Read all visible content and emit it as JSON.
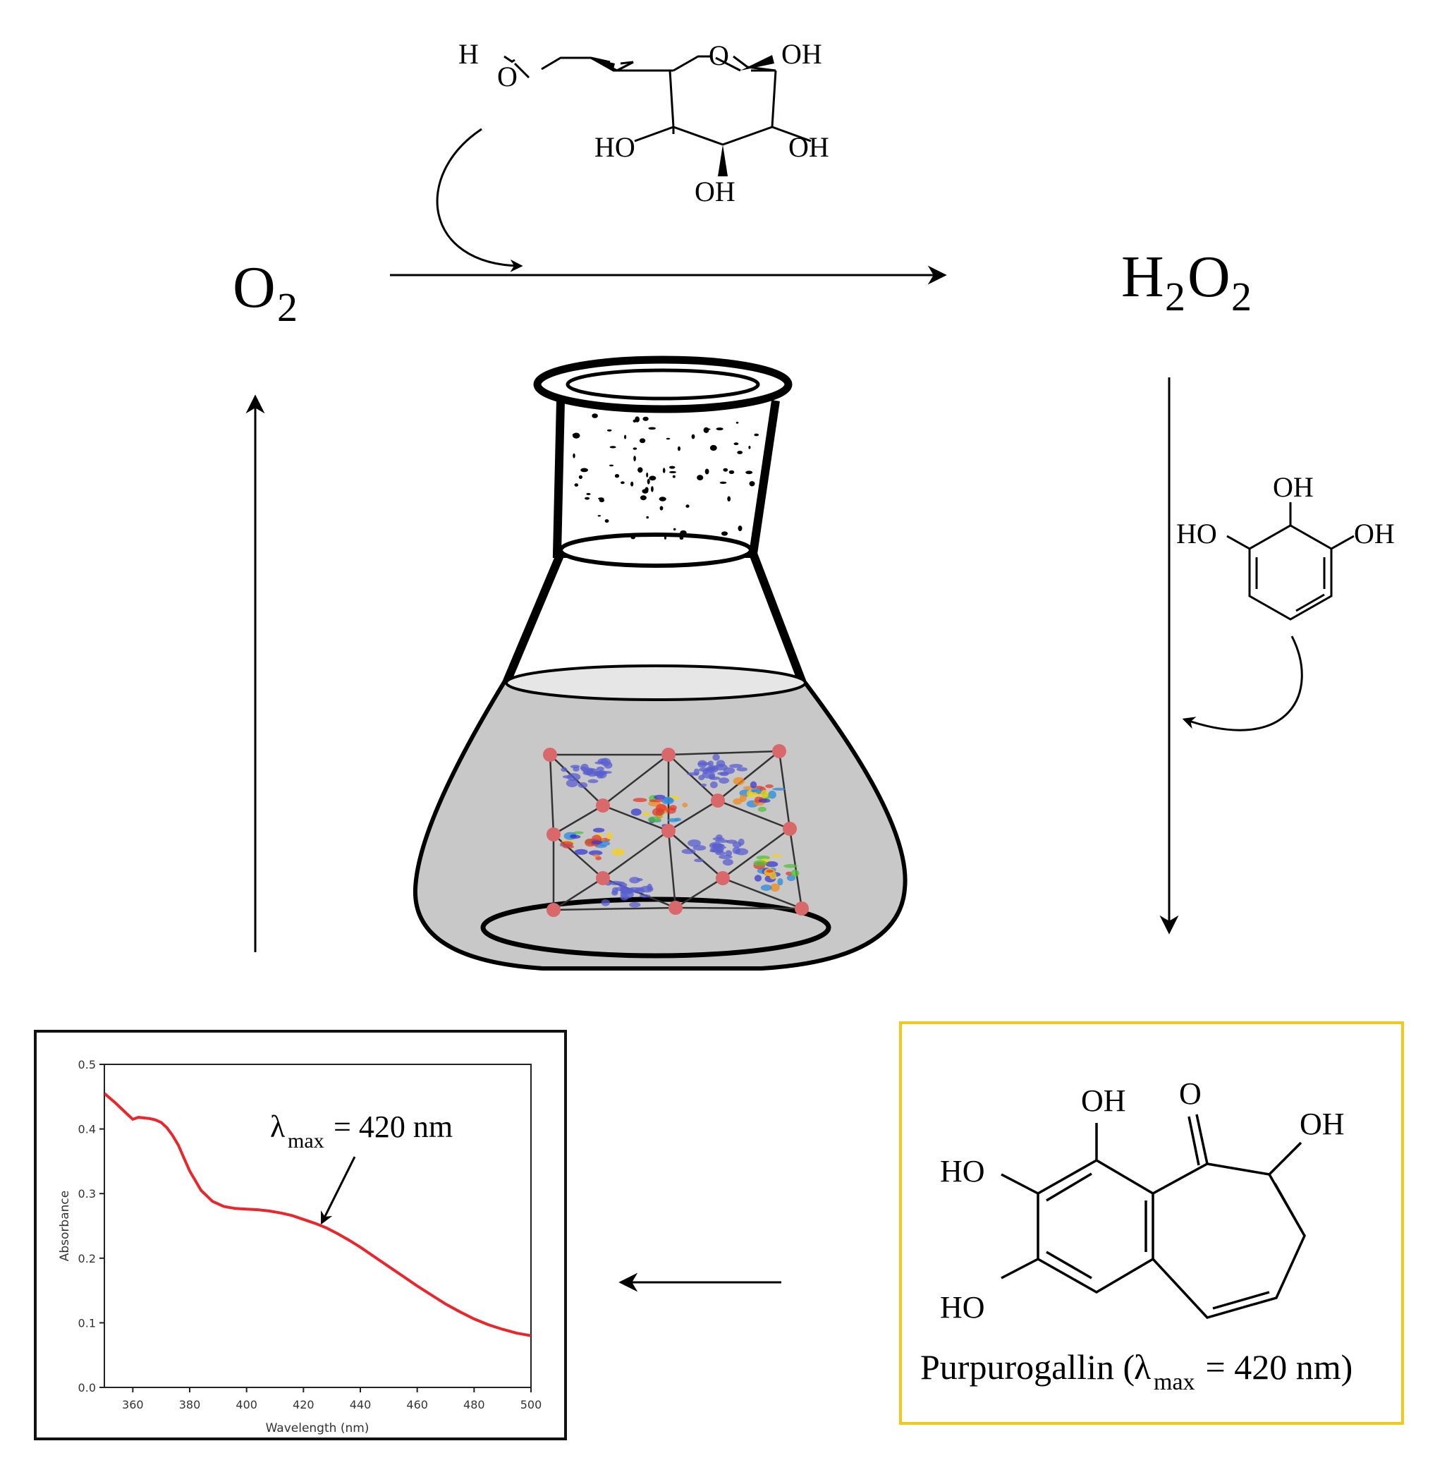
{
  "species": {
    "o2": "O2",
    "h2o2": "H2O2"
  },
  "glucose": {
    "h": "H",
    "o_chain": "O",
    "o_ring": "O",
    "oh_anomeric": "OH",
    "ho_left": "HO",
    "oh_right": "OH",
    "oh_bottom": "OH"
  },
  "pyrogallol": {
    "oh_top": "OH",
    "ho_left": "HO",
    "oh_right": "OH"
  },
  "purpurogallin": {
    "oh_top": "OH",
    "o_ketone": "O",
    "oh_right": "OH",
    "ho_upper": "HO",
    "ho_lower": "HO",
    "caption_name": "Purpurogallin (",
    "caption_lambda": "λ",
    "caption_sub": "max",
    "caption_rest": " = 420 nm)"
  },
  "colors": {
    "liquid": "#c8c8c8",
    "liquid_surface": "#e6e6e6",
    "spectrum_line": "#e8262b",
    "highlight_frame": "#f2c81e",
    "mof_node": "#d9686a"
  },
  "chart_data": {
    "type": "line",
    "xlabel": "Wavelength (nm)",
    "ylabel": "Absorbance",
    "xlim": [
      350,
      500
    ],
    "ylim": [
      0.0,
      0.5
    ],
    "xticks": [
      "360",
      "380",
      "400",
      "420",
      "440",
      "460",
      "480",
      "500"
    ],
    "yticks": [
      "0.0",
      "0.1",
      "0.2",
      "0.3",
      "0.4",
      "0.5"
    ],
    "annotation": {
      "lambda": "λ",
      "sub": "max",
      "rest": " = 420 nm",
      "points_to_x": 430
    },
    "series": [
      {
        "x": [
          350,
          354,
          358,
          360,
          362,
          364,
          366,
          368,
          370,
          372,
          374,
          376,
          378,
          380,
          384,
          388,
          392,
          396,
          400,
          404,
          408,
          412,
          416,
          420,
          424,
          428,
          432,
          436,
          440,
          445,
          450,
          455,
          460,
          465,
          470,
          475,
          480,
          485,
          490,
          495,
          500
        ],
        "y": [
          0.455,
          0.44,
          0.423,
          0.415,
          0.418,
          0.417,
          0.416,
          0.414,
          0.41,
          0.402,
          0.39,
          0.375,
          0.355,
          0.335,
          0.305,
          0.288,
          0.28,
          0.277,
          0.276,
          0.275,
          0.273,
          0.27,
          0.266,
          0.26,
          0.254,
          0.247,
          0.238,
          0.228,
          0.217,
          0.202,
          0.187,
          0.172,
          0.157,
          0.143,
          0.129,
          0.117,
          0.106,
          0.097,
          0.09,
          0.084,
          0.08
        ]
      }
    ]
  }
}
